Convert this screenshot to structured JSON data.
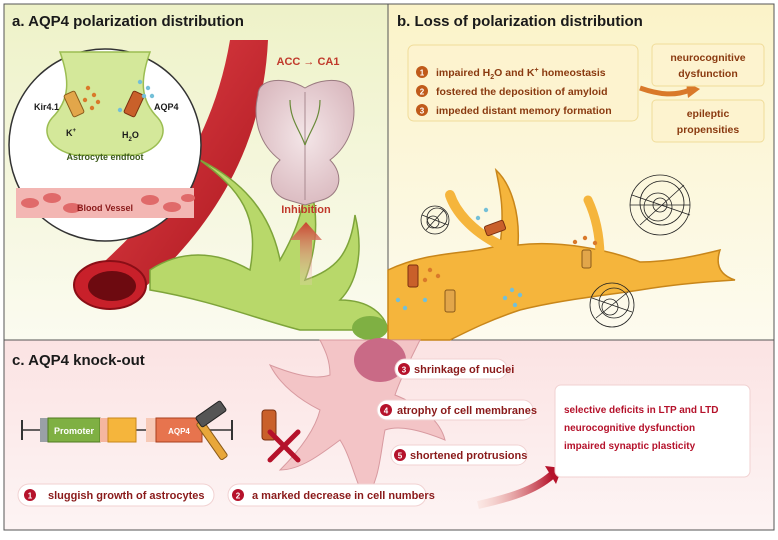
{
  "panels": {
    "a": {
      "title": "a. AQP4 polarization distribution"
    },
    "b": {
      "title": "b. Loss of polarization distribution"
    },
    "c": {
      "title": "c. AQP4 knock-out"
    }
  },
  "panel_a": {
    "kir_label": "Kir4.1",
    "aqp4_label": "AQP4",
    "k_label": "K",
    "k_sup": "+",
    "h2o_h": "H",
    "h2o_sub": "2",
    "h2o_o": "O",
    "endfoot_label": "Astrocyte endfoot",
    "vessel_label": "Blood Vessel",
    "acc_label": "ACC → CA1",
    "inhibition_label": "Inhibition"
  },
  "panel_b": {
    "items": [
      {
        "num": "1",
        "pre": "impaired H",
        "sub": "2",
        "mid": "O and K",
        "sup": "+",
        "post": " homeostasis"
      },
      {
        "num": "2",
        "text": "fostered the deposition of amyloid"
      },
      {
        "num": "3",
        "text": "impeded distant memory formation"
      }
    ],
    "outcomes": [
      {
        "line1": "neurocognitive",
        "line2": "dysfunction"
      },
      {
        "line1": "epileptic",
        "line2": "propensities"
      }
    ]
  },
  "panel_c": {
    "promoter_label": "Promoter",
    "aqp4_gene_label": "AQP4",
    "items": [
      {
        "num": "1",
        "text": "sluggish growth of astrocytes"
      },
      {
        "num": "2",
        "text": "a marked decrease in cell numbers"
      },
      {
        "num": "3",
        "text": "shrinkage of nuclei"
      },
      {
        "num": "4",
        "text": "atrophy of cell membranes"
      },
      {
        "num": "5",
        "text": "shortened protrusions"
      }
    ],
    "outcome_lines": [
      "selective deficits in LTP and LTD",
      "neurocognitive dysfunction",
      "impaired synaptic plasticity"
    ]
  },
  "colors": {
    "panel_a_bg": "#f4f5dc",
    "panel_b_bg": "#fbf6dc",
    "panel_c_bg": "#fdecec",
    "astrocyte_green": "#b8d86a",
    "astrocyte_orange": "#f5b53c",
    "vessel_red": "#c8202a",
    "number_badge": "#b5122b",
    "outcome_text": "#b5122b"
  }
}
